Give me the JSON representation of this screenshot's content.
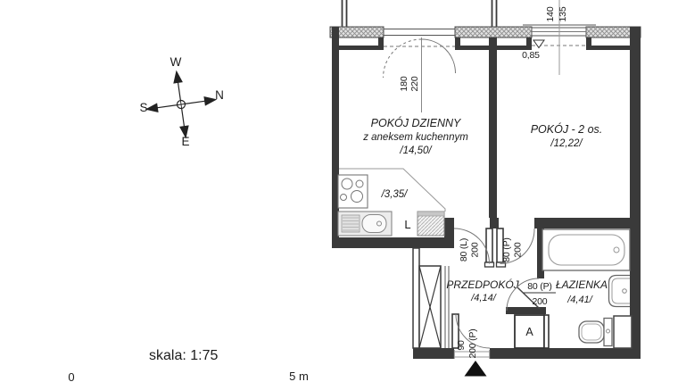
{
  "compass": {
    "w": "W",
    "n": "N",
    "s": "S",
    "e": "E"
  },
  "rooms": {
    "living": {
      "name": "POKÓJ DZIENNY",
      "subtitle": "z aneksem kuchennym",
      "area": "/14,50/"
    },
    "bedroom": {
      "name": "POKÓJ - 2 os.",
      "area": "/12,22/"
    },
    "hall": {
      "name": "PRZEDPOKÓJ",
      "area": "/4,14/"
    },
    "bathroom": {
      "name": "ŁAZIENKA",
      "area": "/4,41/"
    },
    "kitchen": {
      "area": "/3,35/"
    }
  },
  "fixtures": {
    "fridge_label": "L",
    "washer_label": "A"
  },
  "dims": {
    "balcony_door": {
      "width": "180",
      "height": "220"
    },
    "window": {
      "width": "140",
      "height": "135",
      "sill": "0,85"
    },
    "living_door": {
      "width": "80 (L)",
      "height": "200"
    },
    "bedroom_door": {
      "width": "80 (P)",
      "height": "200"
    },
    "bathroom_door": {
      "width": "80 (P)",
      "height": "200"
    },
    "entry_door": {
      "width": "90",
      "height": "200 (P)"
    }
  },
  "scale": {
    "label": "skala: 1:75",
    "start": "0",
    "end": "5 m"
  },
  "colors": {
    "wall": "#3a3a3a",
    "accent": "#111111"
  }
}
